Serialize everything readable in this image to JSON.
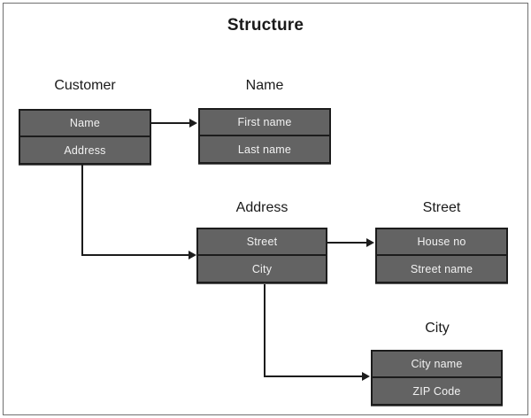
{
  "diagram": {
    "title": "Structure",
    "type": "entity-structure-diagram",
    "background_color": "#ffffff",
    "box_fill_color": "#636363",
    "box_border_color": "#1c1c1c",
    "box_text_color": "#f2f2f2",
    "label_text_color": "#1a1a1a",
    "connector_color": "#1c1c1c",
    "entities": [
      {
        "id": "customer",
        "label": "Customer",
        "rows": [
          {
            "text": "Name"
          },
          {
            "text": "Address"
          }
        ]
      },
      {
        "id": "name",
        "label": "Name",
        "rows": [
          {
            "text": "First name"
          },
          {
            "text": "Last name"
          }
        ]
      },
      {
        "id": "address",
        "label": "Address",
        "rows": [
          {
            "text": "Street"
          },
          {
            "text": "City"
          }
        ]
      },
      {
        "id": "street",
        "label": "Street",
        "rows": [
          {
            "text": "House no"
          },
          {
            "text": "Street name"
          }
        ]
      },
      {
        "id": "city",
        "label": "City",
        "rows": [
          {
            "text": "City name"
          },
          {
            "text": "ZIP Code"
          }
        ]
      }
    ],
    "connections": [
      {
        "from": "customer.Name",
        "to": "name",
        "style": "straight-arrow"
      },
      {
        "from": "customer.Address",
        "to": "address",
        "style": "elbow-arrow"
      },
      {
        "from": "address.Street",
        "to": "street",
        "style": "straight-arrow"
      },
      {
        "from": "address.City",
        "to": "city",
        "style": "elbow-arrow"
      }
    ]
  }
}
